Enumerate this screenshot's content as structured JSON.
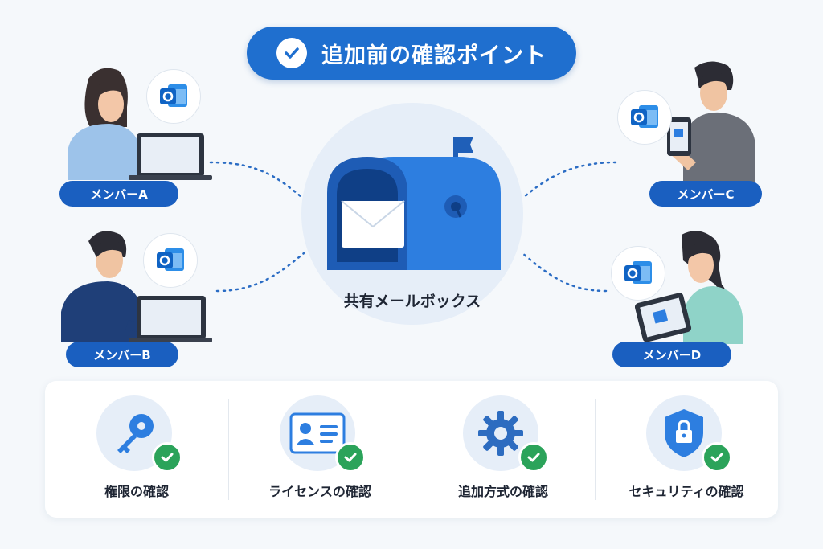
{
  "title": "追加前の確認ポイント",
  "center": {
    "label": "共有メールボックス"
  },
  "members": [
    {
      "label": "メンバーA",
      "device": "laptop"
    },
    {
      "label": "メンバーB",
      "device": "laptop"
    },
    {
      "label": "メンバーC",
      "device": "smartphone"
    },
    {
      "label": "メンバーD",
      "device": "tablet"
    }
  ],
  "checkpoints": [
    {
      "label": "権限の確認",
      "icon": "key-icon"
    },
    {
      "label": "ライセンスの確認",
      "icon": "id-card-icon"
    },
    {
      "label": "追加方式の確認",
      "icon": "gear-icon"
    },
    {
      "label": "セキュリティの確認",
      "icon": "shield-lock-icon"
    }
  ],
  "colors": {
    "primary": "#1f6fcf",
    "pill": "#1a5fc0",
    "check": "#2ba35a",
    "background": "#f5f8fb"
  }
}
